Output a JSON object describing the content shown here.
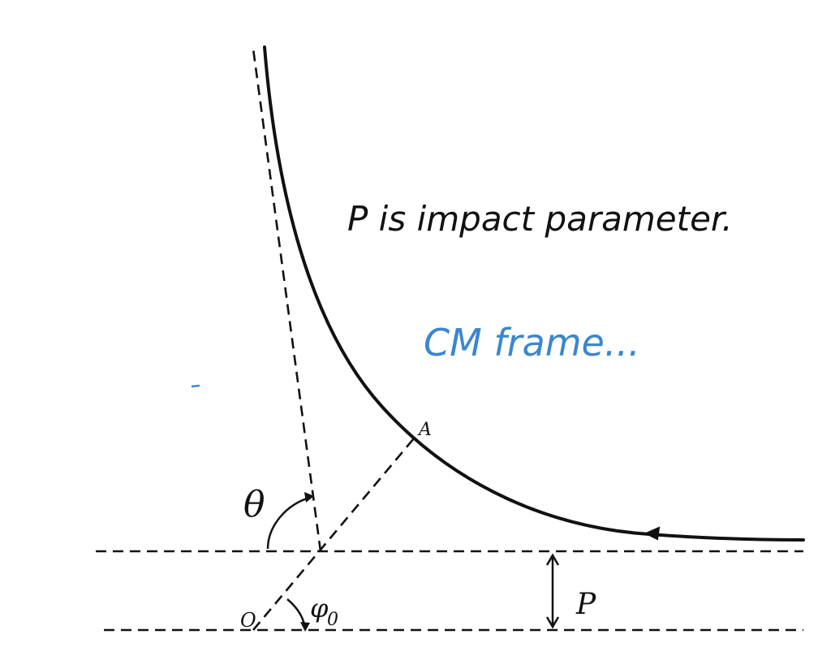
{
  "diagram": {
    "annotations": {
      "impact_parameter_note": "P is impact parameter.",
      "frame_note": "CM frame..."
    },
    "labels": {
      "point_A": "A",
      "origin": "O",
      "theta": "θ",
      "phi": "φ",
      "phi_subscript": "0",
      "impact_parameter": "P"
    },
    "colors": {
      "ink": "#111111",
      "blue_note": "#3a86d1",
      "background": "#ffffff"
    }
  }
}
